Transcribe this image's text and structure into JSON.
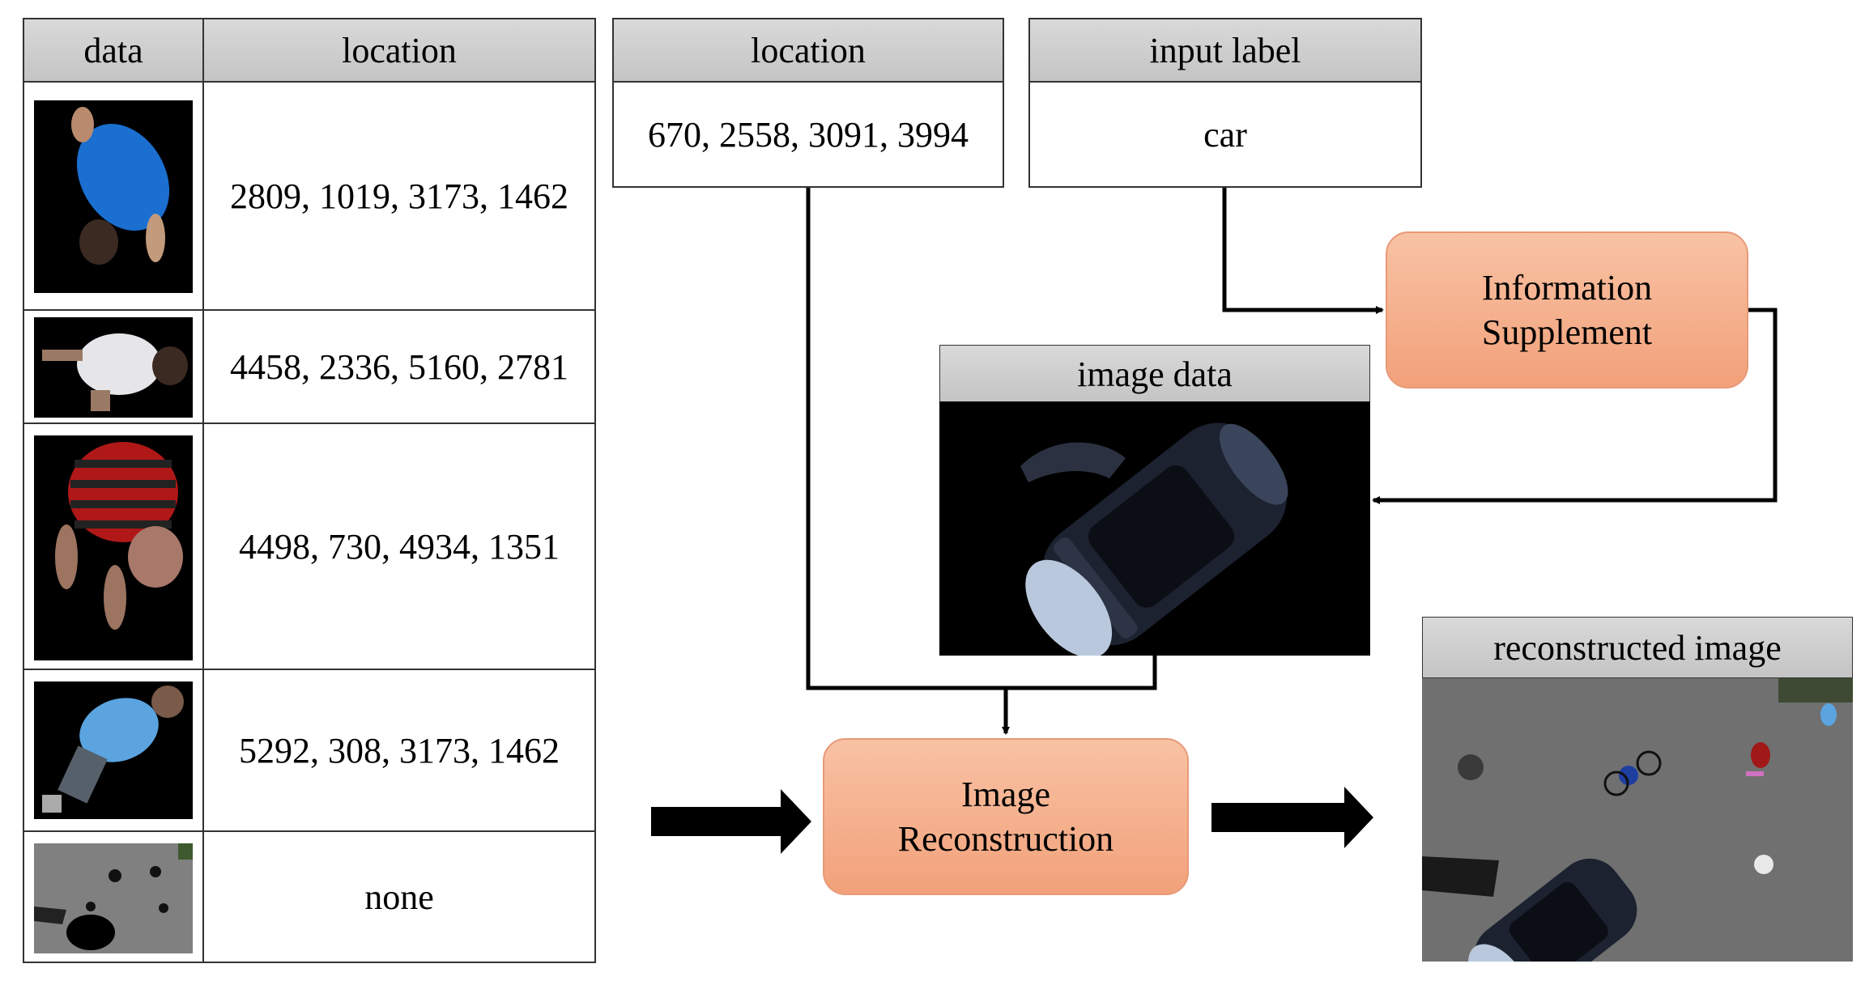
{
  "table": {
    "header": {
      "data": "data",
      "location": "location"
    },
    "rows": [
      {
        "location": "2809, 1019, 3173, 1462",
        "thumb": "person-blue-shirt"
      },
      {
        "location": "4458, 2336, 5160, 2781",
        "thumb": "person-white-shirt"
      },
      {
        "location": "4498, 730, 4934, 1351",
        "thumb": "person-red-striped-shirt"
      },
      {
        "location": "5292, 308, 3173, 1462",
        "thumb": "person-lightblue-shirt"
      },
      {
        "location": "none",
        "thumb": "scene-background"
      }
    ]
  },
  "query": {
    "location_header": "location",
    "location_value": "670, 2558, 3091, 3994",
    "label_header": "input label",
    "label_value": "car"
  },
  "boxes": {
    "info_line1": "Information",
    "info_line2": "Supplement",
    "recon_line1": "Image",
    "recon_line2": "Reconstruction"
  },
  "panels": {
    "image_data": "image data",
    "reconstructed": "reconstructed image"
  },
  "colors": {
    "process_fill_top": "#f8c2a4",
    "process_fill_bottom": "#f2a17a",
    "header_gray": "#c9c9c9"
  }
}
